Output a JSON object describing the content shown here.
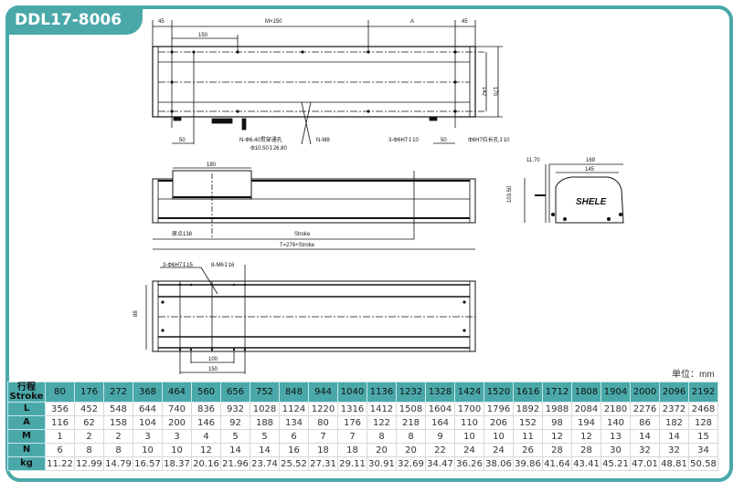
{
  "title": "DDL17-8006",
  "unit_label": "单位：mm",
  "colors": {
    "accent": "#4aa8a9"
  },
  "top_view": {
    "d45_left": "45",
    "d_m150": "M×150",
    "d_a": "A",
    "d45_right": "45",
    "d150": "150",
    "d142": "142",
    "d170": "170",
    "d50_left": "50",
    "note_hole": "N-Φ6.40贯穿通孔",
    "note_cbore": "Φ10.50↧26.80",
    "note_m8": "N-M8",
    "note_pin": "3-Φ6H7↧10",
    "d50_right": "50",
    "note_slot": "Φ6H7拉长孔↧10"
  },
  "side_view": {
    "d180": "180",
    "origin": "原点138",
    "stroke": "Stroke",
    "total": "T=276+Stroke"
  },
  "end_view": {
    "d11_70": "11.70",
    "d169": "169",
    "d145": "145",
    "d103_50": "103.50",
    "logo": "SHELE"
  },
  "bottom_view": {
    "note_pin": "3-Φ6H7↧15",
    "note_m6": "8-M6↧16",
    "d88": "88",
    "d100": "100",
    "d150": "150"
  },
  "table": {
    "header_label_cn": "行程",
    "header_label_en": "Stroke",
    "strokes": [
      "80",
      "176",
      "272",
      "368",
      "464",
      "560",
      "656",
      "752",
      "848",
      "944",
      "1040",
      "1136",
      "1232",
      "1328",
      "1424",
      "1520",
      "1616",
      "1712",
      "1808",
      "1904",
      "2000",
      "2096",
      "2192"
    ],
    "rows": [
      {
        "label": "L",
        "values": [
          "356",
          "452",
          "548",
          "644",
          "740",
          "836",
          "932",
          "1028",
          "1124",
          "1220",
          "1316",
          "1412",
          "1508",
          "1604",
          "1700",
          "1796",
          "1892",
          "1988",
          "2084",
          "2180",
          "2276",
          "2372",
          "2468"
        ]
      },
      {
        "label": "A",
        "values": [
          "116",
          "62",
          "158",
          "104",
          "200",
          "146",
          "92",
          "188",
          "134",
          "80",
          "176",
          "122",
          "218",
          "164",
          "110",
          "206",
          "152",
          "98",
          "194",
          "140",
          "86",
          "182",
          "128"
        ]
      },
      {
        "label": "M",
        "values": [
          "1",
          "2",
          "2",
          "3",
          "3",
          "4",
          "5",
          "5",
          "6",
          "7",
          "7",
          "8",
          "8",
          "9",
          "10",
          "10",
          "11",
          "12",
          "12",
          "13",
          "14",
          "14",
          "15"
        ]
      },
      {
        "label": "N",
        "values": [
          "6",
          "8",
          "8",
          "10",
          "10",
          "12",
          "14",
          "14",
          "16",
          "18",
          "18",
          "20",
          "20",
          "22",
          "24",
          "24",
          "26",
          "28",
          "28",
          "30",
          "32",
          "32",
          "34"
        ]
      },
      {
        "label": "kg",
        "values": [
          "11.22",
          "12.99",
          "14.79",
          "16.57",
          "18.37",
          "20.16",
          "21.96",
          "23.74",
          "25.52",
          "27.31",
          "29.11",
          "30.91",
          "32.69",
          "34.47",
          "36.26",
          "38.06",
          "39.86",
          "41.64",
          "43.41",
          "45.21",
          "47.01",
          "48.81",
          "50.58"
        ]
      }
    ]
  }
}
